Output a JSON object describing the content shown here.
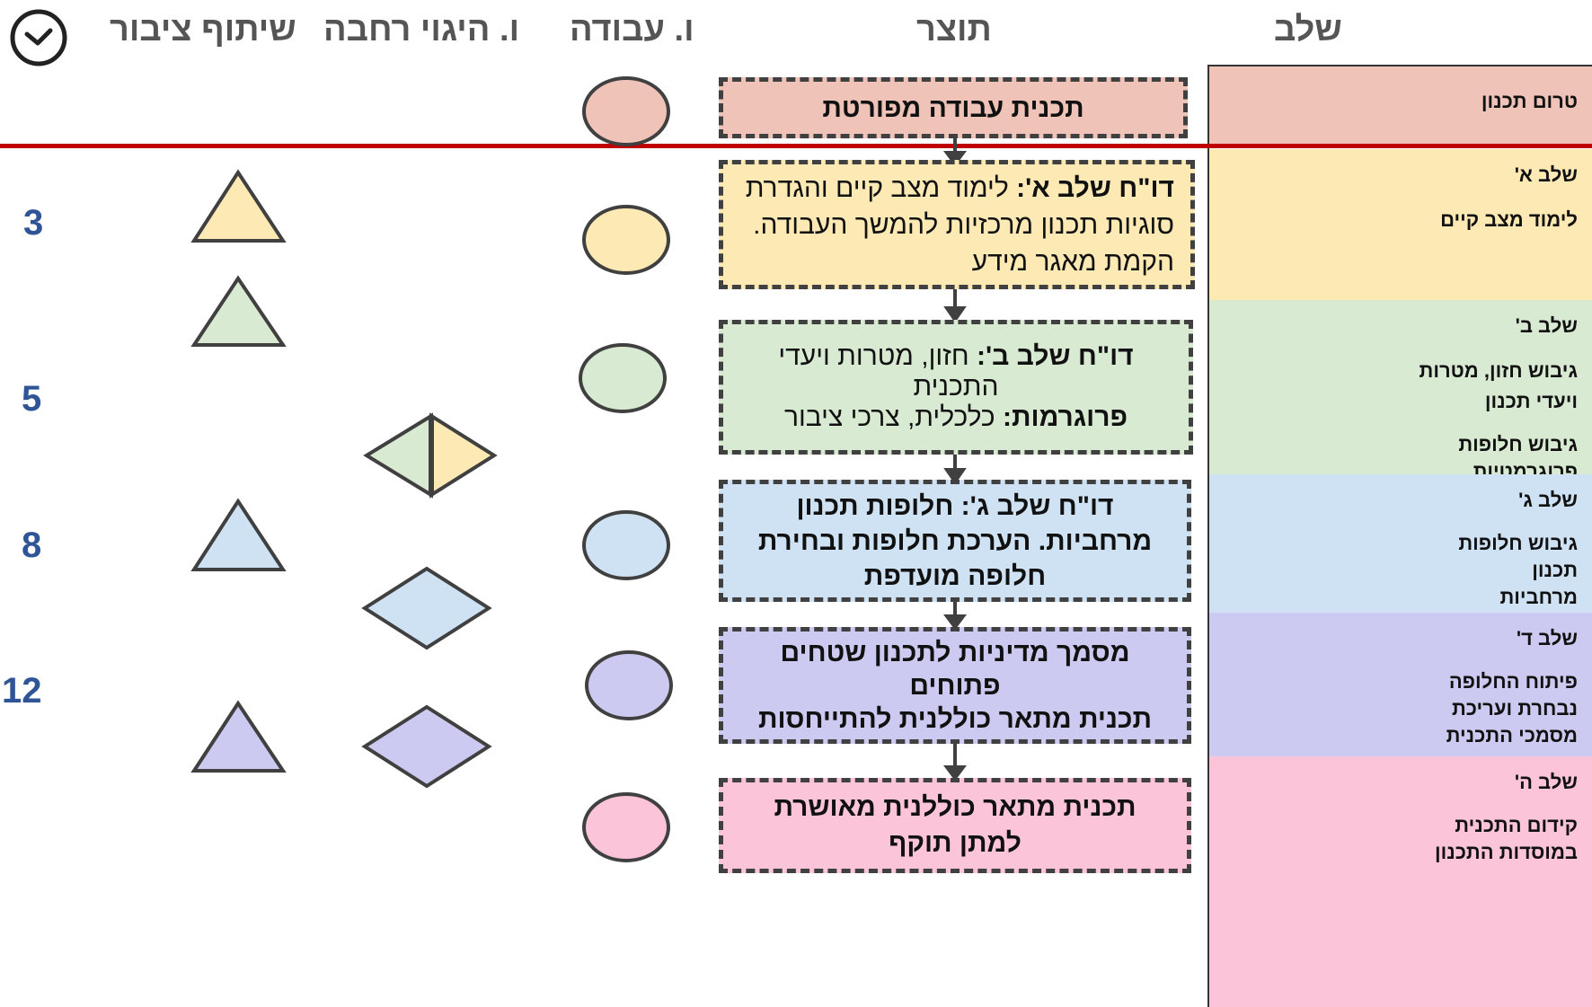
{
  "headers": {
    "stage": "שלב",
    "product": "תוצר",
    "work_committee": "ו. עבודה",
    "steering_committee": "ו. היגוי רחבה",
    "public_participation": "שיתוף ציבור"
  },
  "icons": {
    "timeline": "clock-icon"
  },
  "stages": [
    {
      "title": "טרום תכנון",
      "descriptions": [],
      "color": "#f0c3b8"
    },
    {
      "title": "שלב א'",
      "descriptions": [
        "לימוד מצב קיים"
      ],
      "color": "#fde9b4"
    },
    {
      "title": "שלב ב'",
      "descriptions": [
        "גיבוש חזון, מטרות ויעדי תכנון",
        "גיבוש חלופות פרוגרמטיות"
      ],
      "color": "#d9ead3"
    },
    {
      "title": "שלב ג'",
      "descriptions": [
        "גיבוש חלופות תכנון מרחביות והערכתן"
      ],
      "color": "#cfe2f3"
    },
    {
      "title": "שלב ד'",
      "descriptions": [
        "פיתוח החלופה נבחרת ועריכת מסמכי התכנית"
      ],
      "color": "#cccaf0"
    },
    {
      "title": "שלב ה'",
      "descriptions": [
        "קידום התכנית במוסדות התכנון"
      ],
      "color": "#fbc4d8"
    }
  ],
  "products": [
    {
      "bold": "תכנית עבודה מפורטת",
      "text": "",
      "color": "#f0c3b8"
    },
    {
      "bold": "דו\"ח שלב א':",
      "text": " לימוד מצב קיים והגדרת סוגיות תכנון מרכזיות להמשך העבודה. הקמת מאגר מידע",
      "color": "#fde9b4"
    },
    {
      "bold": "דו\"ח שלב ב':",
      "text": " חזון, מטרות ויעדי התכנית",
      "bold2": "פרוגרמות:",
      "text2": " כלכלית, צרכי ציבור",
      "color": "#d9ead3"
    },
    {
      "bold": "דו\"ח שלב ג': חלופות תכנון מרחביות. הערכת חלופות ובחירת חלופה מועדפת",
      "text": "",
      "color": "#cfe2f3"
    },
    {
      "bold": "מסמך מדיניות לתכנון שטחים פתוחים",
      "bold2": "תכנית מתאר כוללנית להתייחסות",
      "text": "",
      "color": "#cccaf0"
    },
    {
      "bold": "תכנית מתאר כוללנית מאושרת למתן תוקף",
      "text": "",
      "color": "#fbc4d8"
    }
  ],
  "timeline_months": [
    "3",
    "5",
    "8",
    "12"
  ],
  "colors": {
    "stage_divider": "#c00000",
    "header_text": "#555555",
    "month_numbers": "#2f5597",
    "outline": "#404040"
  }
}
